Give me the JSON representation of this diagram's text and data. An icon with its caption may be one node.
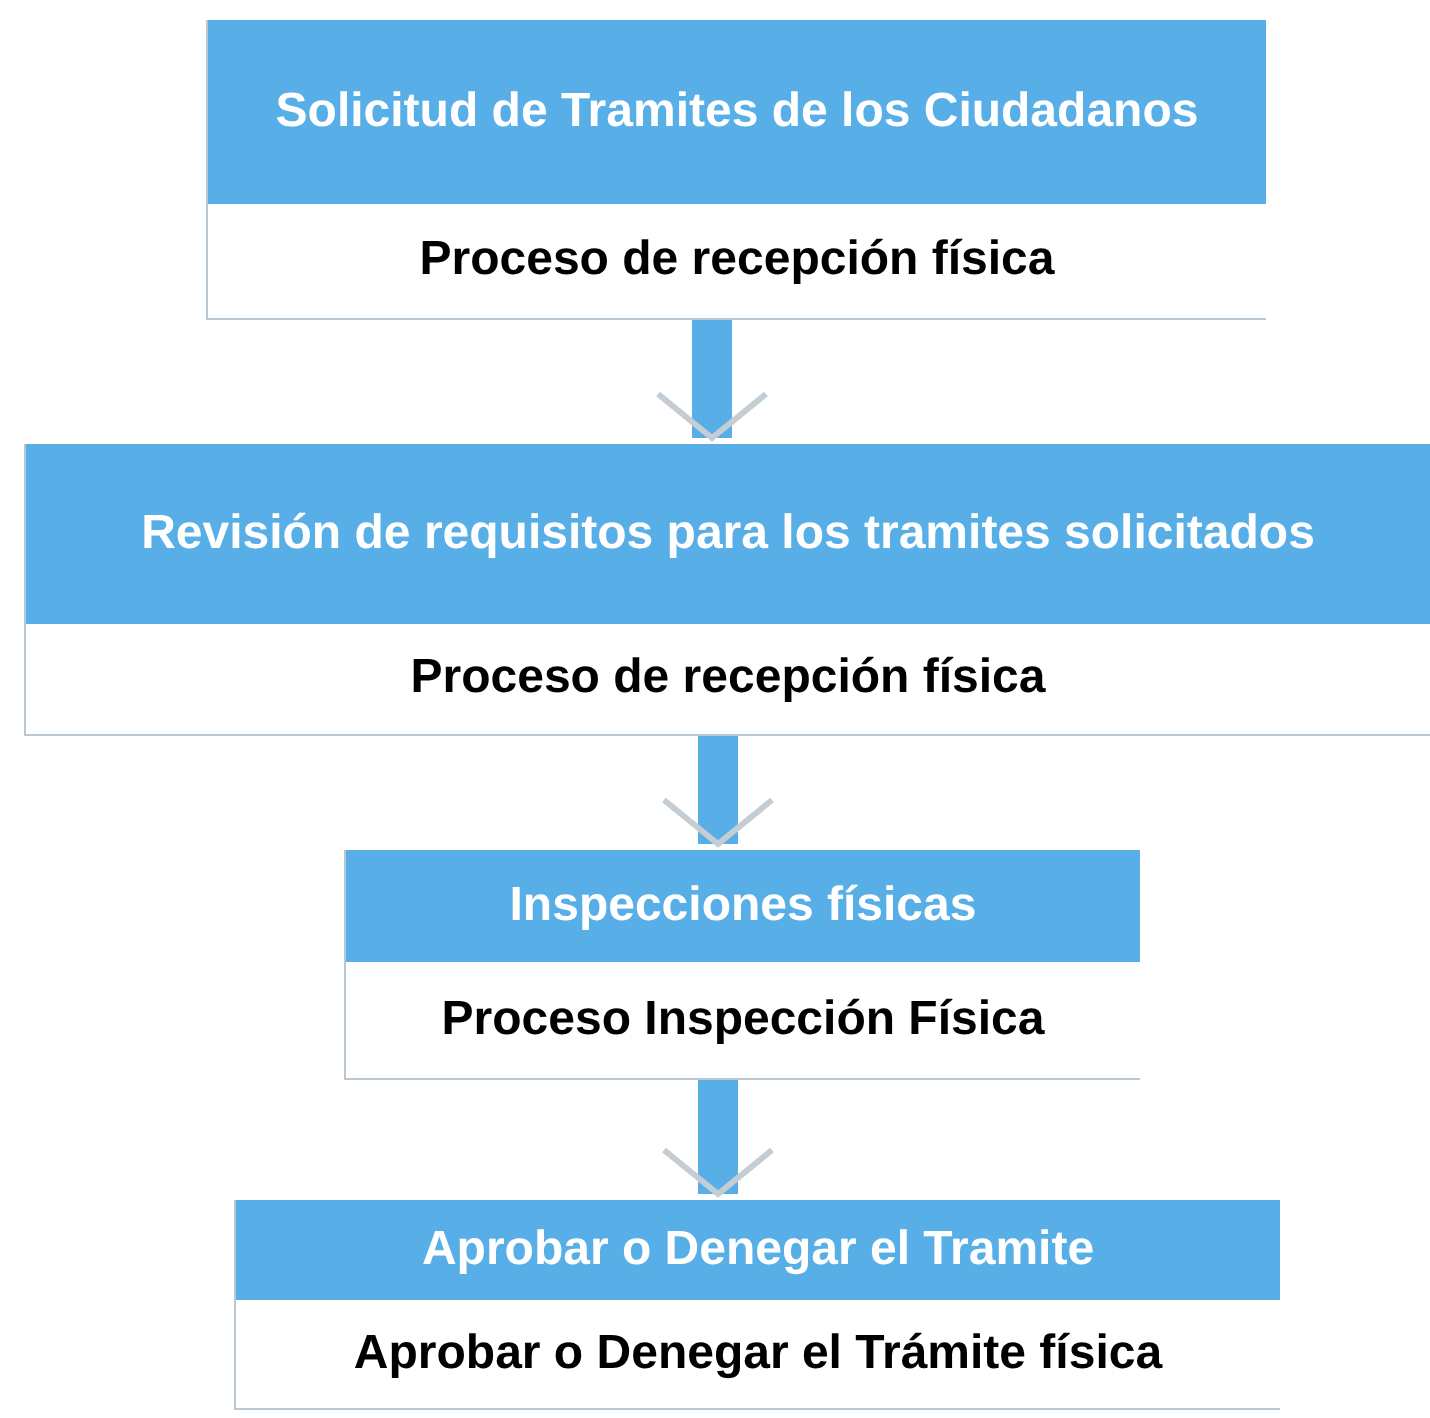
{
  "diagram": {
    "nodes": [
      {
        "text": [
          "Solicitud de Tramites de los Ciudadanos",
          "Proceso de recepción física"
        ]
      },
      {
        "text": [
          "Revisión de requisitos para los tramites solicitados",
          "Proceso de recepción física"
        ]
      },
      {
        "text": [
          "Inspecciones físicas",
          "Proceso Inspección Física"
        ]
      },
      {
        "text": [
          "Aprobar o Denegar el Tramite",
          "Aprobar o Denegar el Trámite física"
        ]
      }
    ],
    "edges": [
      {
        "from": 0,
        "to": 1,
        "arrow": "to"
      },
      {
        "from": 1,
        "to": 2,
        "arrow": "to"
      },
      {
        "from": 2,
        "to": 3,
        "arrow": "to"
      }
    ]
  }
}
